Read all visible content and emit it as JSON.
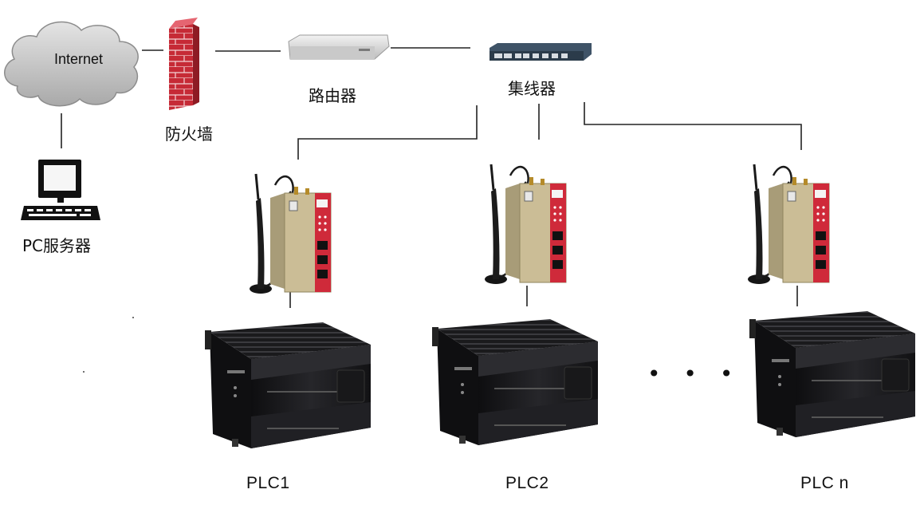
{
  "nodes": {
    "internet": {
      "label": "Internet",
      "icon": "cloud-icon"
    },
    "firewall": {
      "label": "防火墙",
      "icon": "firewall-icon"
    },
    "router": {
      "label": "路由器",
      "icon": "router-icon"
    },
    "hub": {
      "label": "集线器",
      "icon": "switch-icon"
    },
    "pc_server": {
      "label": "PC服务器",
      "icon": "computer-icon"
    },
    "plcs": [
      {
        "label": "PLC1"
      },
      {
        "label": "PLC2"
      },
      {
        "label": "PLC n"
      }
    ],
    "ellipsis": "• • •"
  },
  "colors": {
    "line": "#222222",
    "firewall_brick": "#c8283a",
    "gateway_body": "#c9bb94",
    "gateway_panel": "#d0293a",
    "plc_body": "#1c1c1e"
  }
}
